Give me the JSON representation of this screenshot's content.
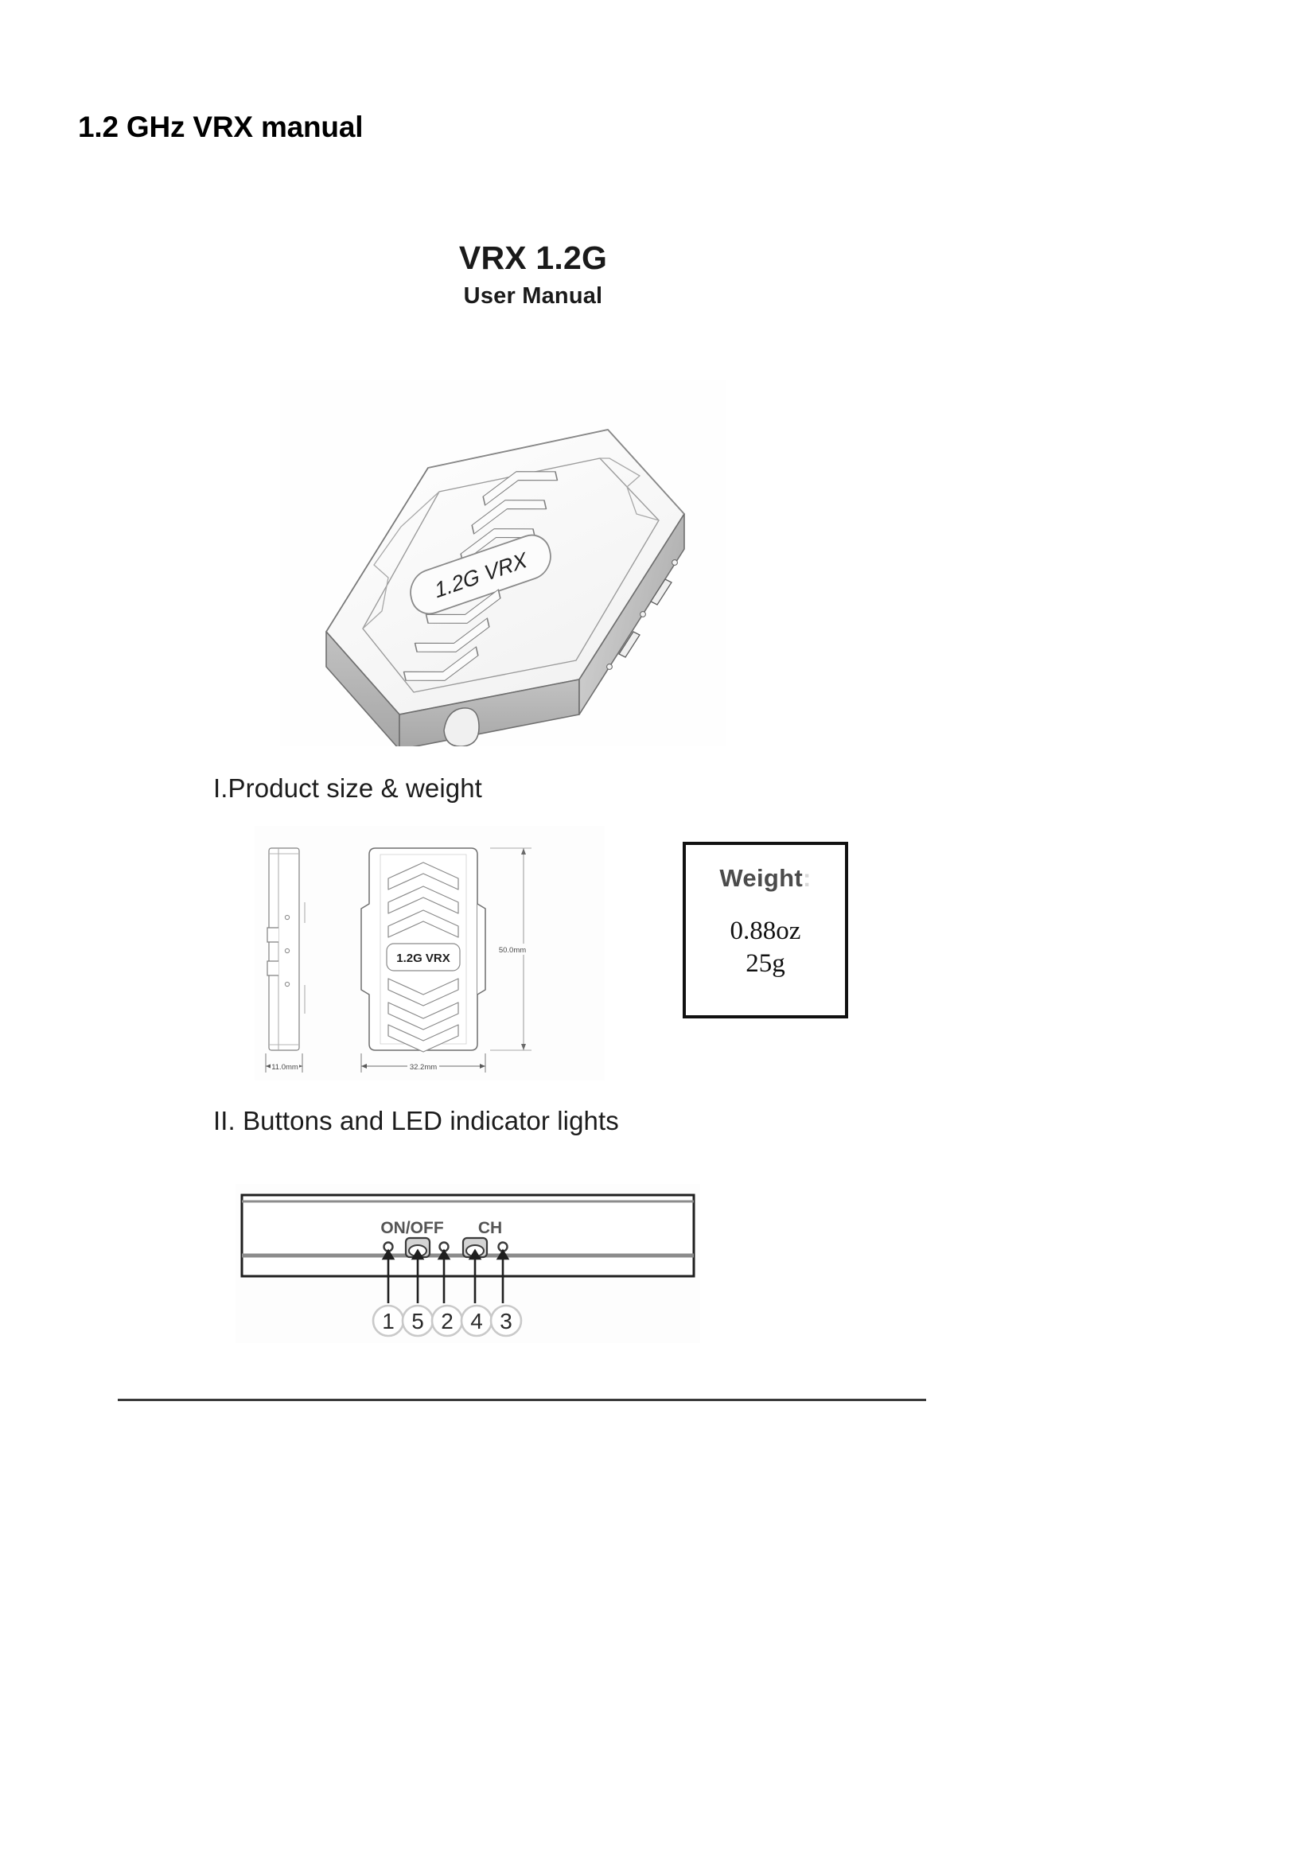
{
  "document": {
    "title": "1.2 GHz VRX manual"
  },
  "cover": {
    "product_title": "VRX 1.2G",
    "product_subtitle": "User Manual",
    "product_image_label": "1.2G VRX"
  },
  "sections": [
    {
      "id": "size",
      "heading": "I.Product size & weight"
    },
    {
      "id": "buttons",
      "heading": "II. Buttons and LED indicator lights"
    }
  ],
  "size_figure": {
    "device_label": "1.2G VRX",
    "dim_thickness": "11.0mm",
    "dim_width": "32.2mm",
    "dim_height": "50.0mm"
  },
  "weight_box": {
    "label": "Weight",
    "label_colon": ":",
    "value_oz": "0.88oz",
    "value_g": "25g"
  },
  "buttons_figure": {
    "label_power": "ON/OFF",
    "label_channel": "CH",
    "callouts": [
      "1",
      "5",
      "2",
      "4",
      "3"
    ]
  },
  "colors": {
    "text": "#1a1a1a",
    "rule": "#3a3a3a",
    "drawing_line": "#6b6b6b",
    "device_shadow": "#9a9a9a",
    "weight_label": "#4b4b4b"
  }
}
